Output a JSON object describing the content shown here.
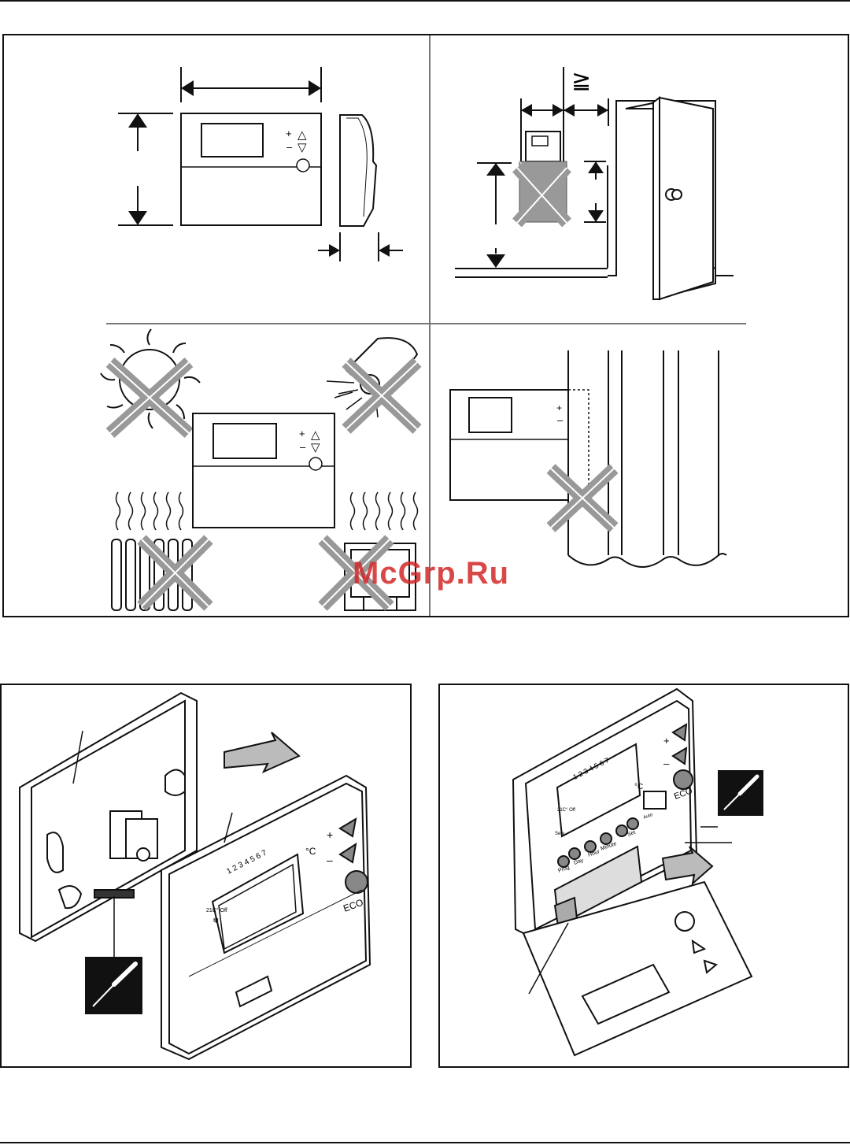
{
  "ge_symbol": "≧",
  "device": {
    "plus": "+",
    "minus": "–",
    "up_arrow": "△",
    "down_arrow": "▽",
    "dashes": "– –"
  },
  "panel_c": {
    "digits": "1 2 3 4 5 6 7",
    "celsius": "°C",
    "eco": "ECO",
    "mode_label": "21C° Off",
    "snowflake": "❄",
    "flame": "🔥"
  },
  "panel_d": {
    "digits": "1 2 3 4 5 6 7",
    "celsius": "°C",
    "eco": "ECO",
    "mode_label": "21C° Off",
    "buttons": [
      "Prog",
      "Day",
      "Hour",
      "Minute",
      "",
      "Set"
    ],
    "switch_labels": [
      "21C°",
      "Off",
      "Auto",
      "Off"
    ],
    "service_label": "Serv."
  },
  "watermark": "McGrp.Ru",
  "icons": [
    "screwdriver-icon",
    "screwdriver-icon",
    "sun-icon",
    "lamp-icon",
    "radiator-icon",
    "fireplace-icon",
    "door-icon",
    "curtain-icon",
    "cross-mark-icon"
  ]
}
